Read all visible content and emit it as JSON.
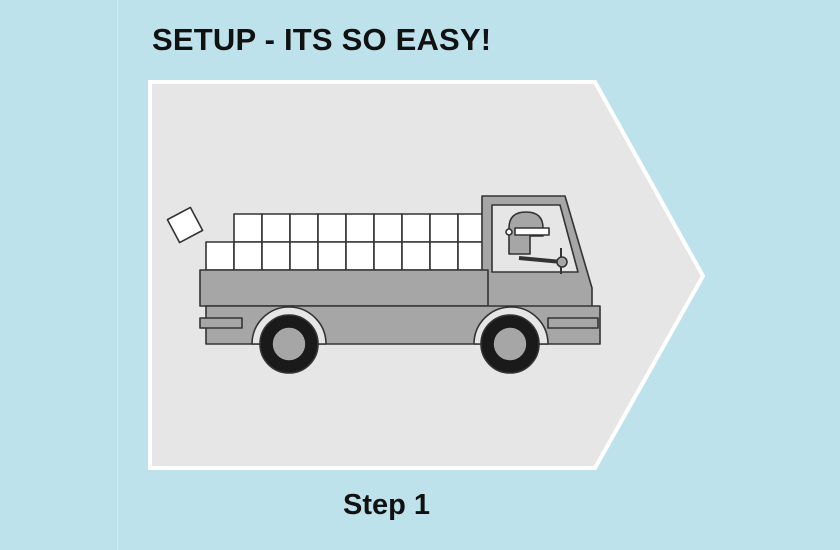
{
  "header": {
    "title": "SETUP - ITS SO EASY!"
  },
  "step": {
    "label": "Step 1"
  },
  "illustration": {
    "subject": "delivery-truck",
    "cargo": {
      "rows": 2,
      "top_row_boxes": 9,
      "bottom_row_boxes": 10,
      "falling_boxes": 1
    }
  },
  "colors": {
    "background": "#bde2ec",
    "panel_fill": "#e6e6e6",
    "panel_border": "#ffffff",
    "truck_body": "#a6a6a6",
    "outline": "#333333",
    "wheel": "#1a1a1a"
  }
}
